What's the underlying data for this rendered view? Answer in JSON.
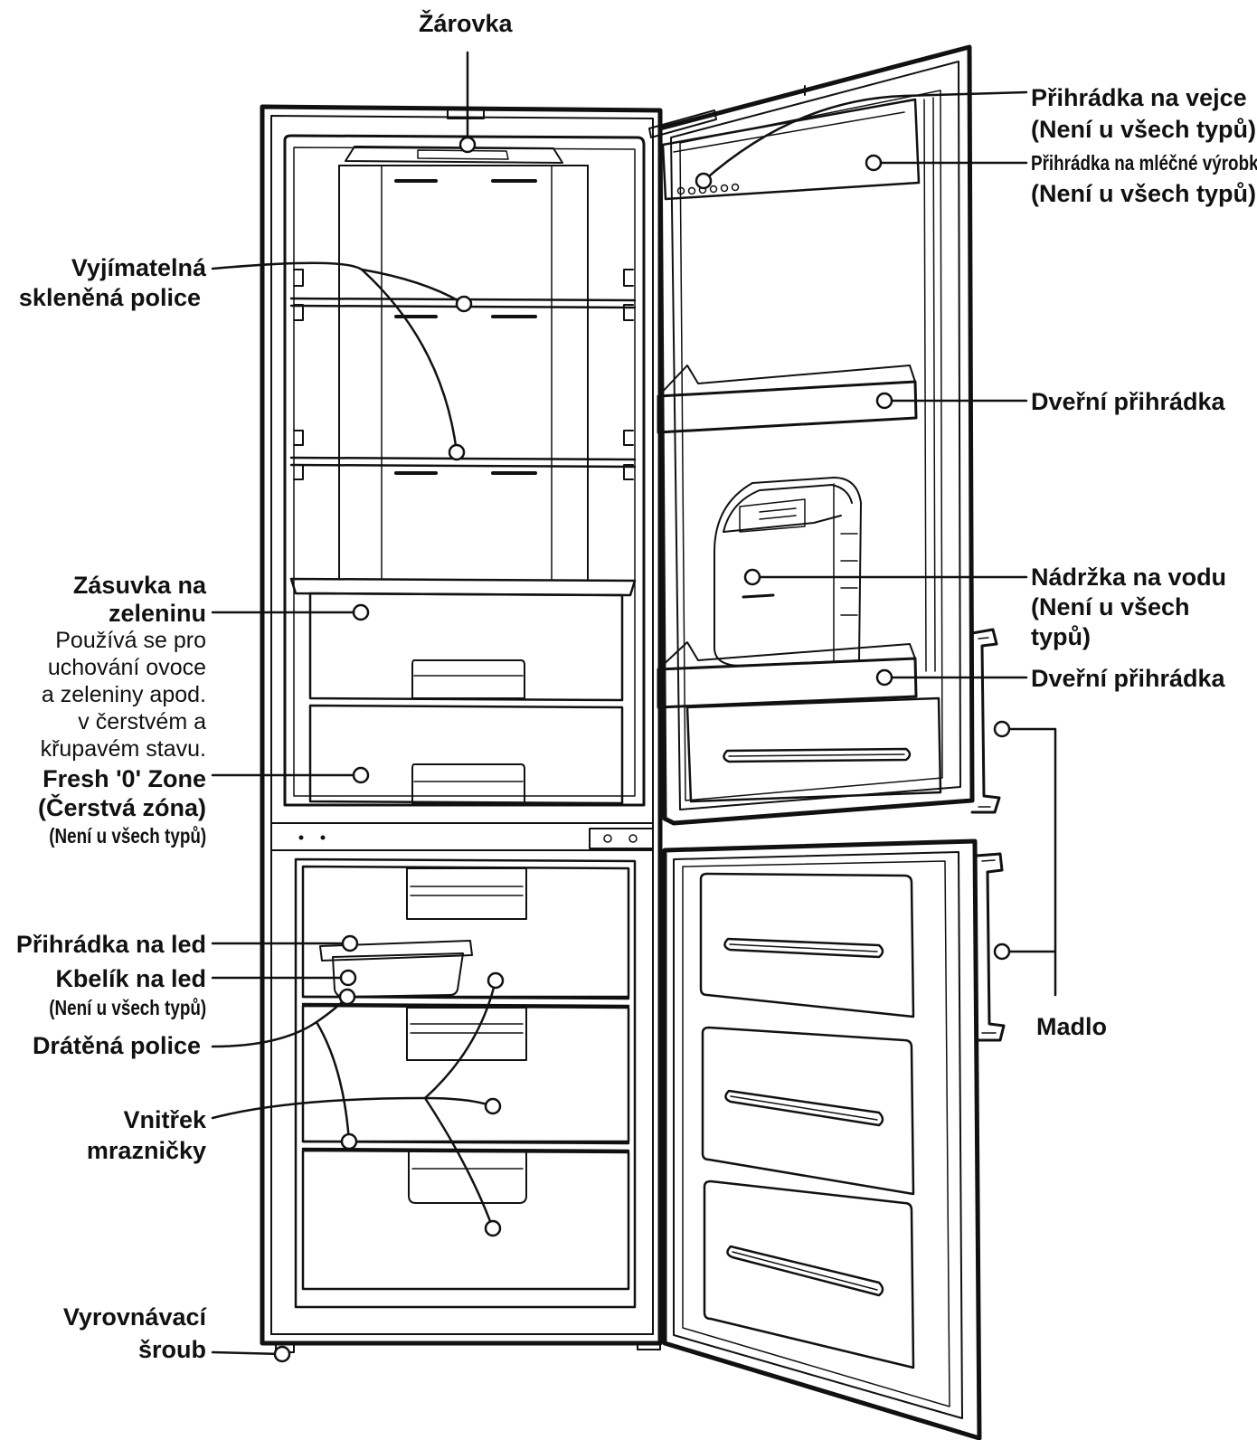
{
  "labels": {
    "zarovka": "Žárovka",
    "police_1": "Vyjímatelná",
    "police_2": "skleněná police",
    "vejce_1": "Přihrádka na vejce",
    "vejce_2": "(Není u všech typů)",
    "mlecne_1": "Přihrádka na mléčné výrobky",
    "mlecne_2": "(Není u všech typů)",
    "dverni_1": "Dveřní přihrádka",
    "nadrzka_1": "Nádržka na vodu",
    "nadrzka_2": "(Není u všech",
    "nadrzka_3": "typů)",
    "dverni_2": "Dveřní přihrádka",
    "zasuvka_1": "Zásuvka na",
    "zasuvka_2": "zeleninu",
    "zasuvka_desc_1": "Používá se pro",
    "zasuvka_desc_2": "uchování ovoce",
    "zasuvka_desc_3": "a zeleniny apod.",
    "zasuvka_desc_4": "v čerstvém a",
    "zasuvka_desc_5": "křupavém stavu.",
    "fresh_1": "Fresh '0' Zone",
    "fresh_2": "(Čerstvá zóna)",
    "fresh_3": "(Není u všech typů)",
    "led_prihradka": "Přihrádka na led",
    "kbelik_1": "Kbelík na led",
    "kbelik_2": "(Není u všech typů)",
    "dratena": "Drátěná police",
    "vnitrek_1": "Vnitřek",
    "vnitrek_2": "mrazničky",
    "madlo": "Madlo",
    "sroub_1": "Vyrovnávací",
    "sroub_2": "šroub"
  }
}
